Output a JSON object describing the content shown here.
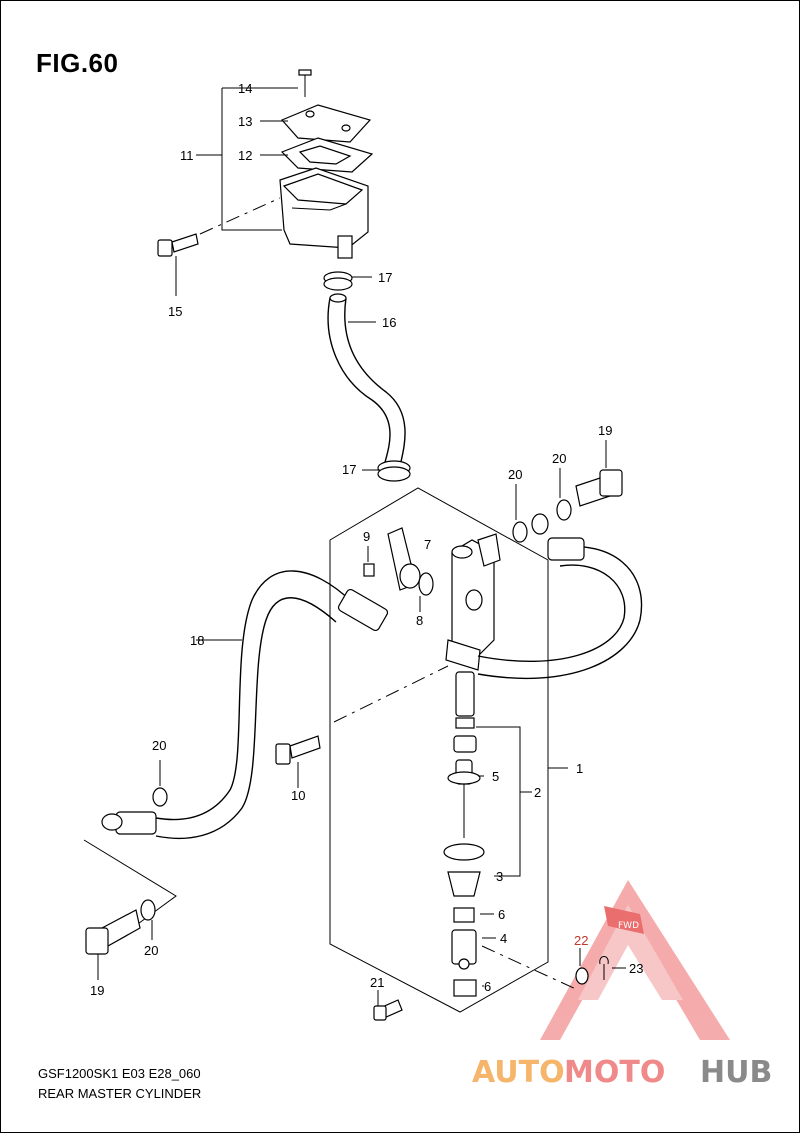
{
  "figure": {
    "title": "FIG.60",
    "code": "GSF1200SK1 E03 E28_060",
    "caption": "REAR MASTER CYLINDER"
  },
  "callouts": {
    "c1": "1",
    "c2": "2",
    "c3": "3",
    "c4": "4",
    "c5": "5",
    "c6a": "6",
    "c6b": "6",
    "c7": "7",
    "c8": "8",
    "c9": "9",
    "c10": "10",
    "c11": "11",
    "c12": "12",
    "c13": "13",
    "c14": "14",
    "c15": "15",
    "c16": "16",
    "c17a": "17",
    "c17b": "17",
    "c18": "18",
    "c19a": "19",
    "c19b": "19",
    "c20a": "20",
    "c20b": "20",
    "c20c": "20",
    "c20d": "20",
    "c21": "21",
    "c22": "22",
    "c23": "23"
  },
  "badge": {
    "fwd": "FWD"
  },
  "watermark": {
    "part1": "AUTO",
    "part2": "MOTO",
    "part3": "HUB",
    "color_a": "#f5b56a",
    "color_b": "#f08a8a",
    "color_c": "#8a8a8a"
  }
}
